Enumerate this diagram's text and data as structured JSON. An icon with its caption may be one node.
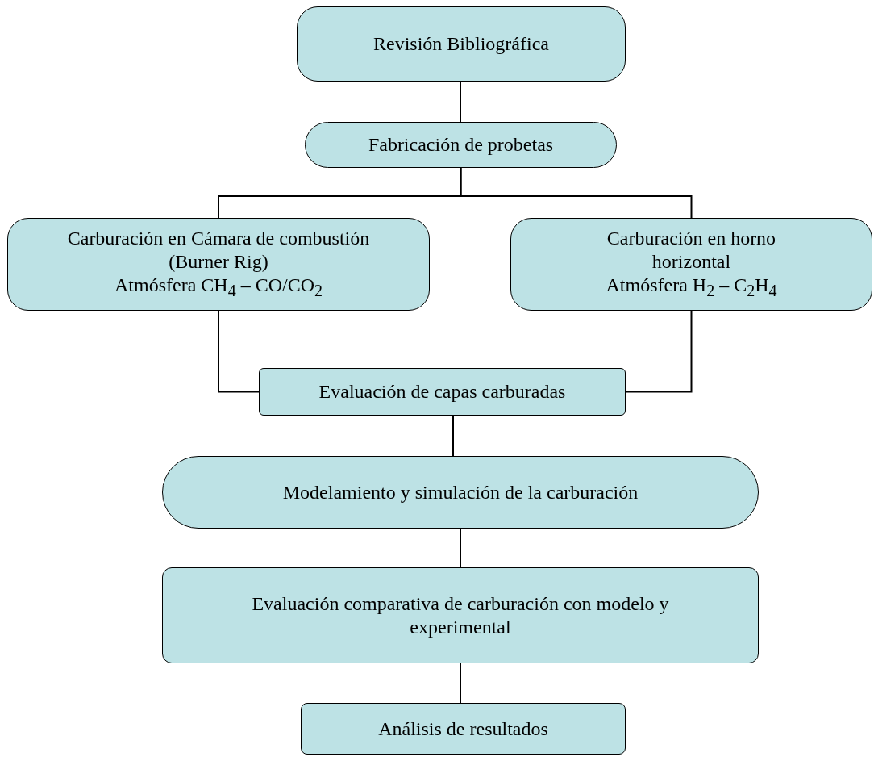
{
  "diagram": {
    "nodes": [
      {
        "text": [
          "Revisión Bibliográfica"
        ]
      },
      {
        "text": [
          "Fabricación de probetas"
        ]
      },
      {
        "text": [
          "Carburación en Cámara de combustión (Burner Rig)",
          "Atmósfera CH$_{4}$ – CO/CO$_{2}$"
        ]
      },
      {
        "text": [
          "Carburación en horno horizontal",
          "Atmósfera H$_{2}$ – C$_{2}$H$_{4}$"
        ]
      },
      {
        "text": [
          "Evaluación de capas carburadas"
        ]
      },
      {
        "text": [
          "Modelamiento y simulación de la carburación"
        ]
      },
      {
        "text": [
          "Evaluación comparativa de carburación con modelo y experimental"
        ]
      },
      {
        "text": [
          "Análisis de resultados"
        ]
      }
    ],
    "edges": [
      {
        "from": 0,
        "to": 1,
        "arrow": "none"
      },
      {
        "from": 1,
        "to": 2,
        "arrow": "none"
      },
      {
        "from": 1,
        "to": 3,
        "arrow": "none"
      },
      {
        "from": 2,
        "to": 4,
        "arrow": "none"
      },
      {
        "from": 3,
        "to": 4,
        "arrow": "none"
      },
      {
        "from": 4,
        "to": 5,
        "arrow": "none"
      },
      {
        "from": 5,
        "to": 6,
        "arrow": "none"
      },
      {
        "from": 6,
        "to": 7,
        "arrow": "none"
      }
    ]
  }
}
